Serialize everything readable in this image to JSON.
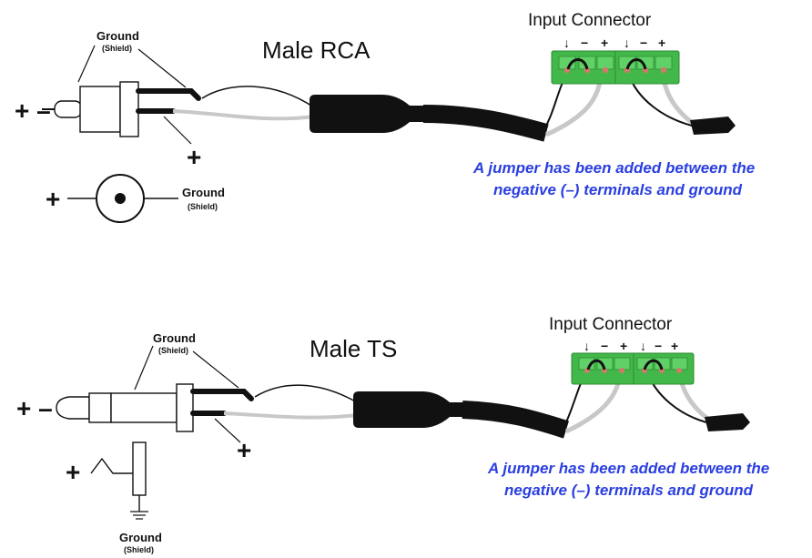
{
  "colors": {
    "note": "#2a3fe0",
    "connector_green": "#43b84a",
    "cable_black": "#111111",
    "wire_grey": "#c8c8c8",
    "pin_red": "#d27a6a"
  },
  "rca": {
    "title": "Male RCA",
    "connector_label": "Input Connector",
    "terminals": [
      "↓",
      "−",
      "+",
      "↓",
      "−",
      "+"
    ],
    "ground_label": "Ground",
    "shield_label": "(Shield)",
    "tip_polarity": "+ –",
    "center_wire_polarity": "+",
    "symbol_plus": "+",
    "symbol_ground": "Ground",
    "symbol_shield": "(Shield)",
    "note_line1": "A jumper has been added between the",
    "note_line2": "negative (–) terminals and ground"
  },
  "ts": {
    "title": "Male TS",
    "connector_label": "Input Connector",
    "terminals": [
      "↓",
      "−",
      "+",
      "↓",
      "−",
      "+"
    ],
    "ground_label": "Ground",
    "shield_label": "(Shield)",
    "tip_polarity": "+ –",
    "center_wire_polarity": "+",
    "symbol_plus": "+",
    "symbol_ground": "Ground",
    "symbol_shield": "(Shield)",
    "note_line1": "A jumper has been added between the",
    "note_line2": "negative (–) terminals and ground"
  }
}
